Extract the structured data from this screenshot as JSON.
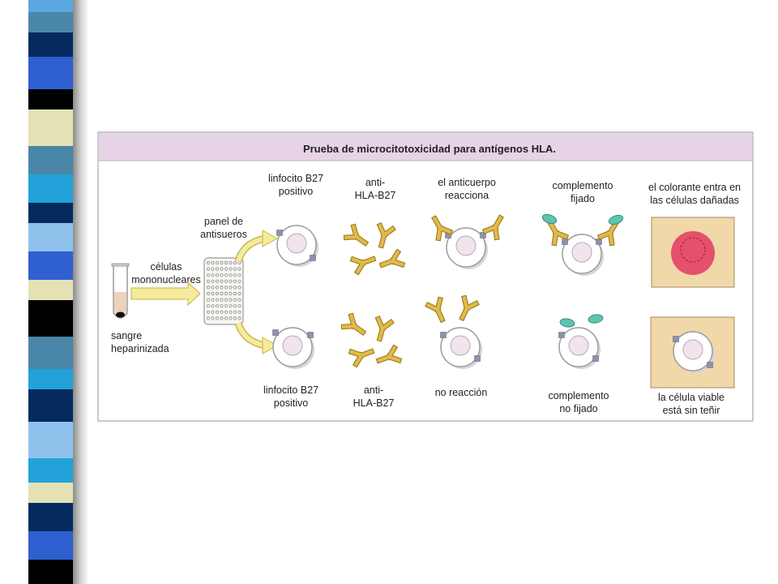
{
  "slide": {
    "stripe_palette": [
      "#5aa8e0",
      "#4a86a8",
      "#062a5e",
      "#2f5fd0",
      "#000000",
      "#e4e2b4",
      "#22a2d8",
      "#8ec2ec"
    ]
  },
  "figure": {
    "title": "Prueba de microcitotoxicidad para antígenos HLA.",
    "colors": {
      "header": "#e6d4e6",
      "antibody": "#e2ba4a",
      "complement": "#5ec4b2",
      "dye": "#e5506c",
      "dye_well": "#f0d8a8",
      "antigen": "#8e92aa",
      "arrow": "#f4ec9a"
    },
    "labels": {
      "top_lymphocyte": [
        "linfocito B27",
        "positivo"
      ],
      "top_antibody": [
        "anti-",
        "HLA-B27"
      ],
      "reacts": [
        "el anticuerpo",
        "reacciona"
      ],
      "fixed": [
        "complemento",
        "fijado"
      ],
      "dye": [
        "el colorante entra en",
        "las células dañadas"
      ],
      "panel": [
        "panel de",
        "antisueros"
      ],
      "mononuclear": [
        "células",
        "mononucleares"
      ],
      "blood": [
        "sangre",
        "heparinizada"
      ],
      "bottom_lymphocyte": [
        "linfocito B27",
        "positivo"
      ],
      "bottom_antibody": [
        "anti-",
        "HLA-B27"
      ],
      "no_reaction": "no reacción",
      "not_fixed": [
        "complemento",
        "no fijado"
      ],
      "viable": [
        "la célula viable",
        "está sin teñir"
      ]
    }
  }
}
